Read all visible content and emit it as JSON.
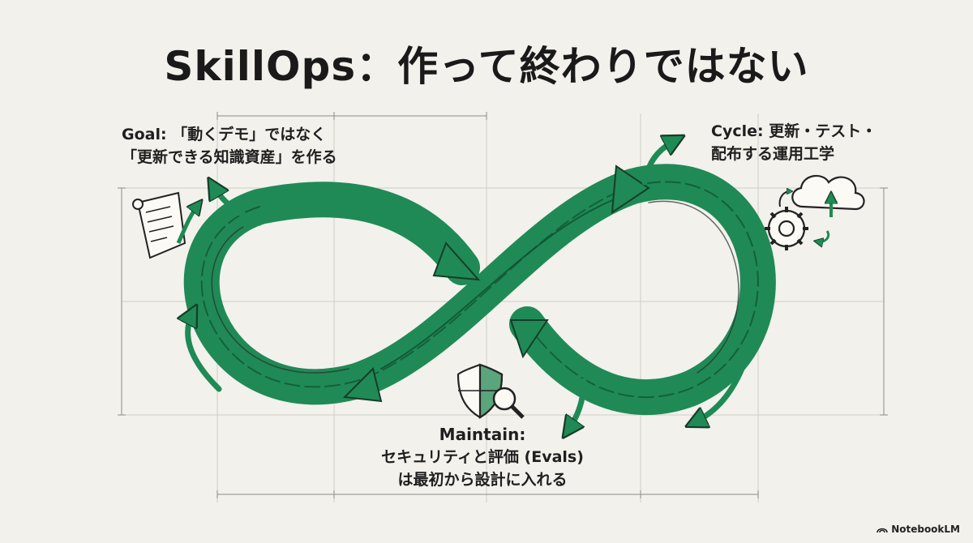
{
  "title": "SkillOps：作って終わりではない",
  "labels": {
    "goal_line1": "Goal: 「動くデモ」ではなく",
    "goal_line2": "「更新できる知識資産」を作る",
    "cycle_line1": "Cycle: 更新・テスト・",
    "cycle_line2": "配布する運用工学",
    "maintain_line1": "Maintain:",
    "maintain_line2": "セキュリティと評価 (Evals)",
    "maintain_line3": "は最初から設計に入れる"
  },
  "watermark": "NotebookLM",
  "colors": {
    "background": "#f2f1ec",
    "accent_green": "#1f8a55",
    "dark_green": "#14603a",
    "ink": "#1f1f1f"
  },
  "icons": [
    "scroll-icon",
    "cloud-sync-icon",
    "gear-icon",
    "shield-icon",
    "magnifier-icon"
  ]
}
